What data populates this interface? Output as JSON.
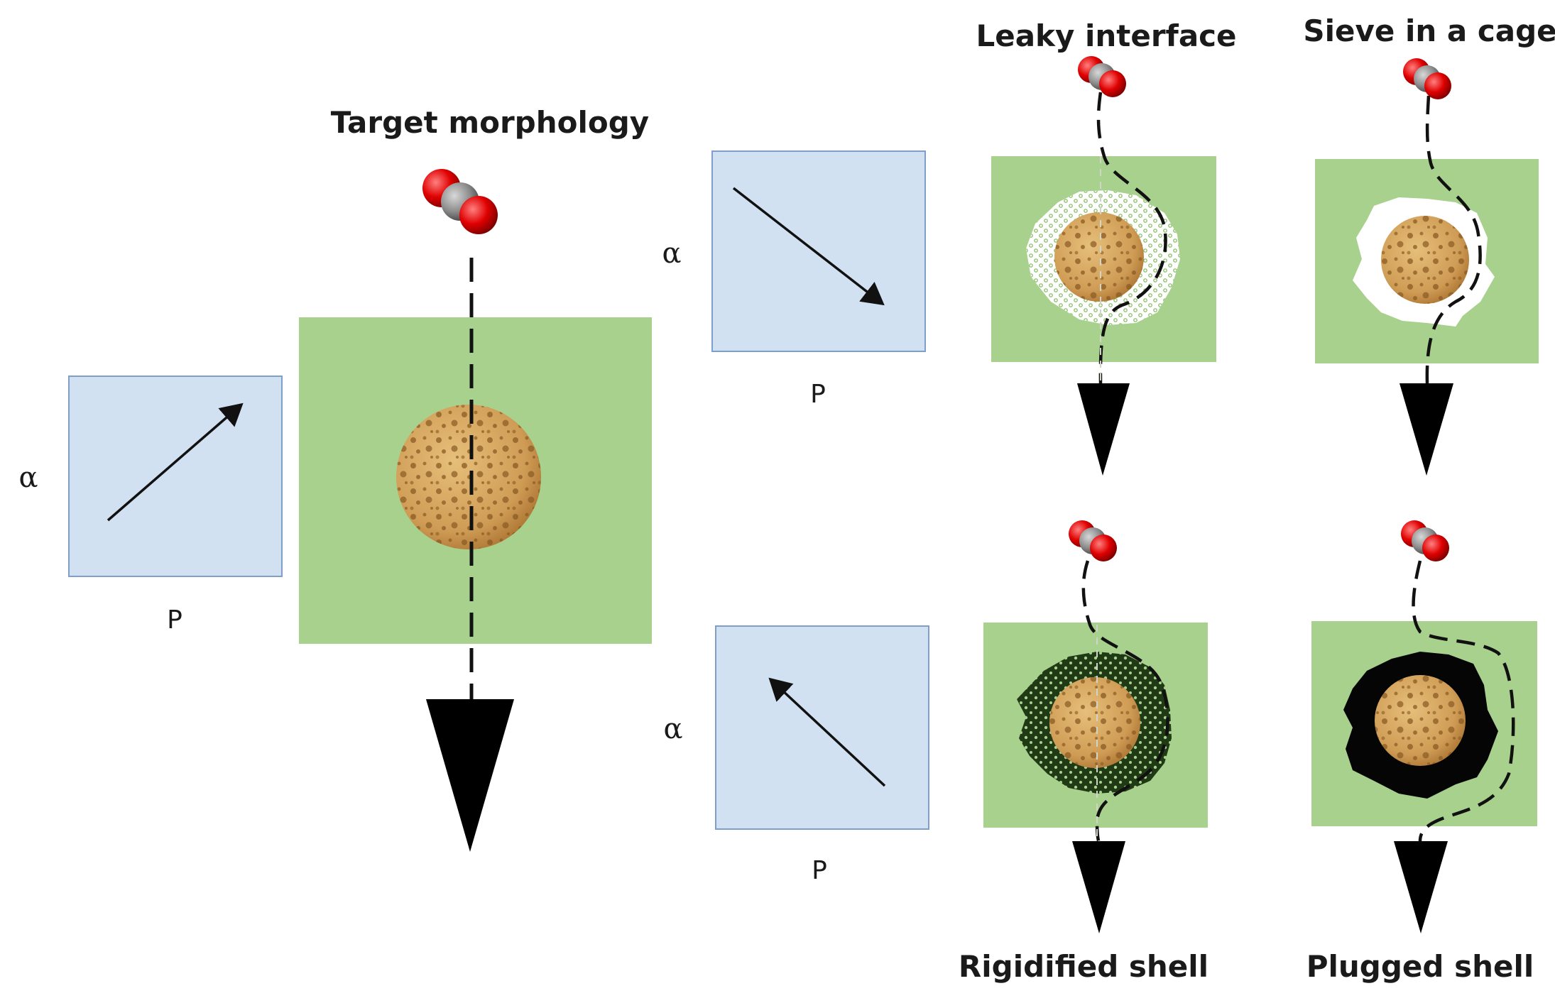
{
  "labels": {
    "target_morphology": "Target morphology",
    "leaky_interface": "Leaky interface",
    "sieve_in_a_cage": "Sieve in a cage",
    "rigidified_shell": "Rigidified shell",
    "plugged_shell": "Plugged shell"
  },
  "axes": {
    "main": {
      "y": "α",
      "x": "P"
    },
    "upper": {
      "y": "α",
      "x": "P"
    },
    "lower": {
      "y": "α",
      "x": "P"
    }
  },
  "colors": {
    "matrix_green": "#a9d18e",
    "plot_blue": "#d1e1f1",
    "plot_border": "#7f9fc8",
    "particle_core": "#d4a560",
    "particle_spots": "#8a5a22",
    "molecule_oxygen": "#e00000",
    "molecule_carbon": "#8a8a8a",
    "shell_dark": "#050505",
    "shell_rigid": "#1f3a14"
  },
  "trend_arrows": {
    "main": "increasing",
    "upper": "decreasing",
    "lower": "increasing-reverse"
  }
}
